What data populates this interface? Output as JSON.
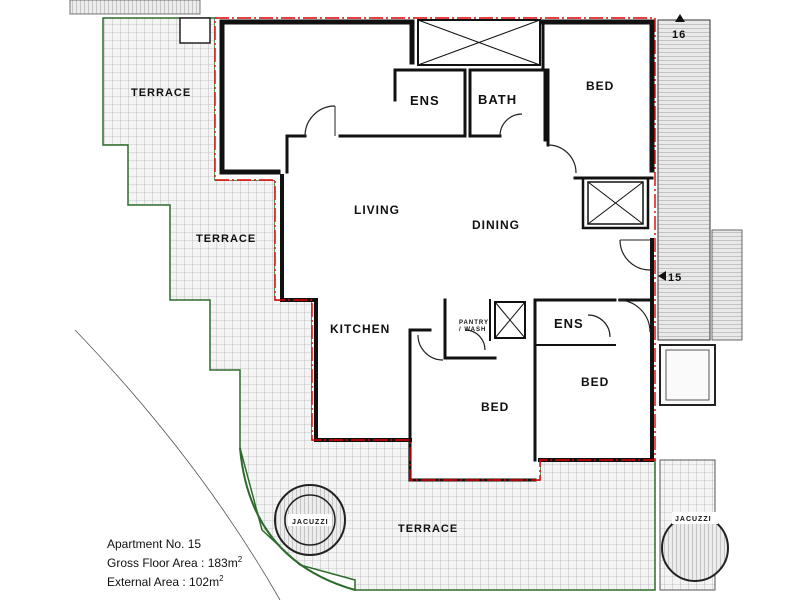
{
  "rooms": {
    "terrace_top": "TERRACE",
    "terrace_mid": "TERRACE",
    "terrace_bottom": "TERRACE",
    "ens_top": "ENS",
    "bath": "BATH",
    "bed_top": "BED",
    "living": "LIVING",
    "dining": "DINING",
    "kitchen": "KITCHEN",
    "pantry_line1": "PANTRY",
    "pantry_line2": "/ WASH",
    "ens_mid": "ENS",
    "bed_right": "BED",
    "bed_center": "BED",
    "jacuzzi_left": "JACUZZI",
    "jacuzzi_right": "JACUZZI"
  },
  "markers": {
    "north_number": "16",
    "east_number": "15"
  },
  "info": {
    "apartment": "Apartment No. 15",
    "gross_label": "Gross Floor Area : 183m",
    "gross_sup": "2",
    "external_label": "External Area : 102m",
    "external_sup": "2"
  },
  "colors": {
    "boundary": "#e00000",
    "walls": "#111111",
    "hatch": "#b9b9b9",
    "terrace_edge": "#2d6b2d"
  }
}
